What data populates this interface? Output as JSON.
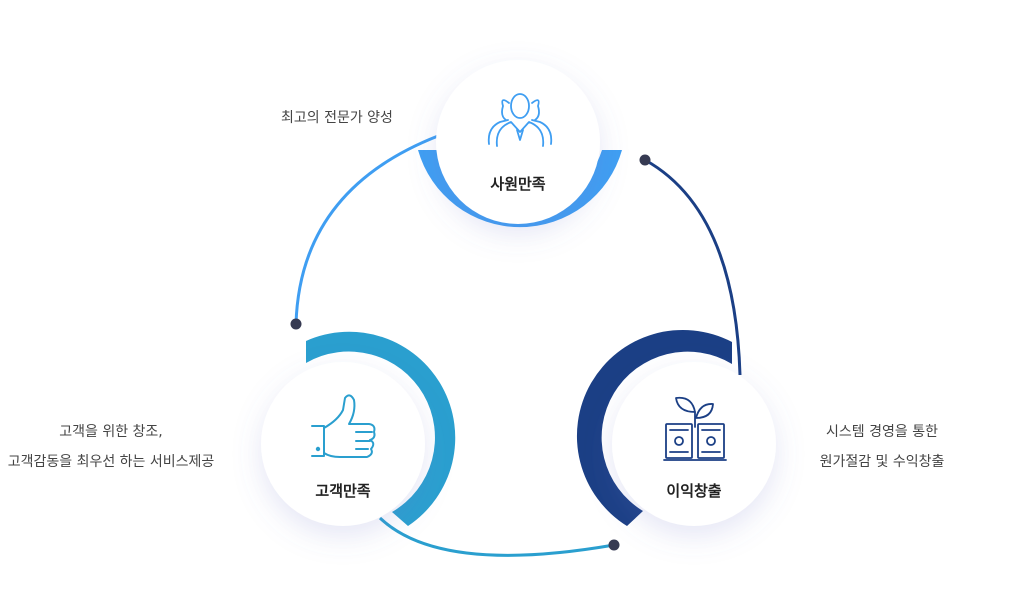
{
  "nodes": [
    {
      "id": "employee",
      "label": "사원만족",
      "icon": "people-group-icon",
      "color": "#3f9ef2",
      "caption_lines": [
        "최고의 전문가 양성"
      ]
    },
    {
      "id": "customer",
      "label": "고객만족",
      "icon": "thumbs-up-icon",
      "color": "#2a9fcf",
      "caption_lines": [
        "고객을 위한 창조,",
        "고객감동을 최우선 하는 서비스제공"
      ]
    },
    {
      "id": "profit",
      "label": "이익창출",
      "icon": "money-sprout-icon",
      "color": "#1b3f85",
      "caption_lines": [
        "시스템 경영을 통한",
        "원가절감 및 수익창출"
      ]
    }
  ],
  "connectors": {
    "employee_to_profit_color": "#1b3f85",
    "profit_to_customer_color": "#2a9fcf",
    "customer_to_employee_color": "#3f9ef2",
    "dot_color": "#363a52"
  }
}
